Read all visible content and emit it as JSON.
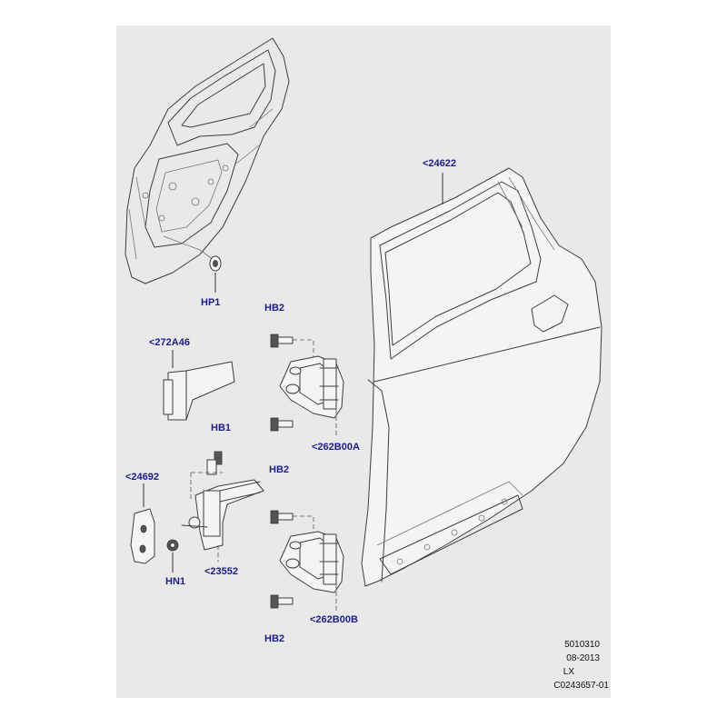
{
  "callouts": {
    "hp1": "HP1",
    "door_shell": "<24622",
    "hb2_top": "HB2",
    "check_strap": "<272A46",
    "hinge_upper": "<262B00A",
    "hb1": "HB1",
    "hb2_mid": "HB2",
    "seal": "<24692",
    "door_check": "<23552",
    "hn1": "HN1",
    "hinge_lower": "<262B00B",
    "hb2_bottom": "HB2"
  },
  "meta": {
    "code": "5010310",
    "date": "08-2013",
    "model": "LX",
    "drawing_id": "C0243657-01"
  },
  "colors": {
    "panel_background": "#e9e9e9",
    "callout_text": "#1c1c8c",
    "line_art": "#3d3d3d"
  }
}
